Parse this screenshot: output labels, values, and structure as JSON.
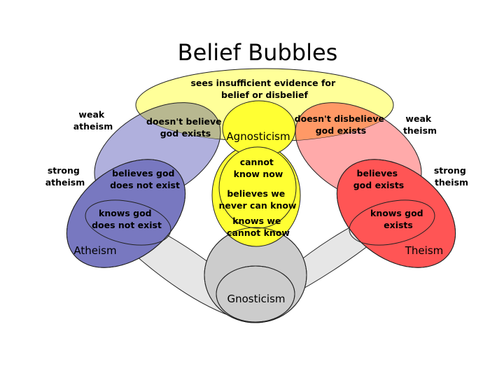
{
  "title": "Belief Bubbles",
  "colors": {
    "insufficient_evidence": "#ffff99",
    "agnosticism": "#ffff33",
    "weak_atheism": "#b0b0dd",
    "strong_atheism": "#7878c0",
    "weak_theism": "#ffaaaa",
    "strong_theism": "#ff5555",
    "gnosticism": "#cccccc",
    "gnostic_band": "#e6e6e6",
    "overlap_left": "#b8b890",
    "overlap_right": "#ff9966"
  },
  "sets": {
    "insufficient_evidence": [
      "sees insufficient evidence for",
      "belief or disbelief"
    ],
    "weak_atheism": [
      "weak",
      "atheism"
    ],
    "strong_atheism": [
      "strong",
      "atheism"
    ],
    "weak_theism": [
      "weak",
      "theism"
    ],
    "strong_theism": [
      "strong",
      "theism"
    ],
    "atheism": "Atheism",
    "theism": "Theism",
    "agnosticism": "Agnosticism",
    "gnosticism": "Gnosticism"
  },
  "regions": {
    "doesnt_believe": [
      "doesn't believe",
      "god exists"
    ],
    "doesnt_disbelieve": [
      "doesn't disbelieve",
      "god exists"
    ],
    "believes_god_does_not_exist": [
      "believes god",
      "does not exist"
    ],
    "knows_god_does_not_exist": [
      "knows god",
      "does not exist"
    ],
    "believes_god_exists": [
      "believes",
      "god exists"
    ],
    "knows_god_exists": [
      "knows god",
      "exists"
    ],
    "cannot_know_now": [
      "cannot",
      "know now"
    ],
    "never_can_know": [
      "believes we",
      "never can know"
    ],
    "knows_cannot_know": [
      "knows we",
      "cannot know"
    ]
  }
}
